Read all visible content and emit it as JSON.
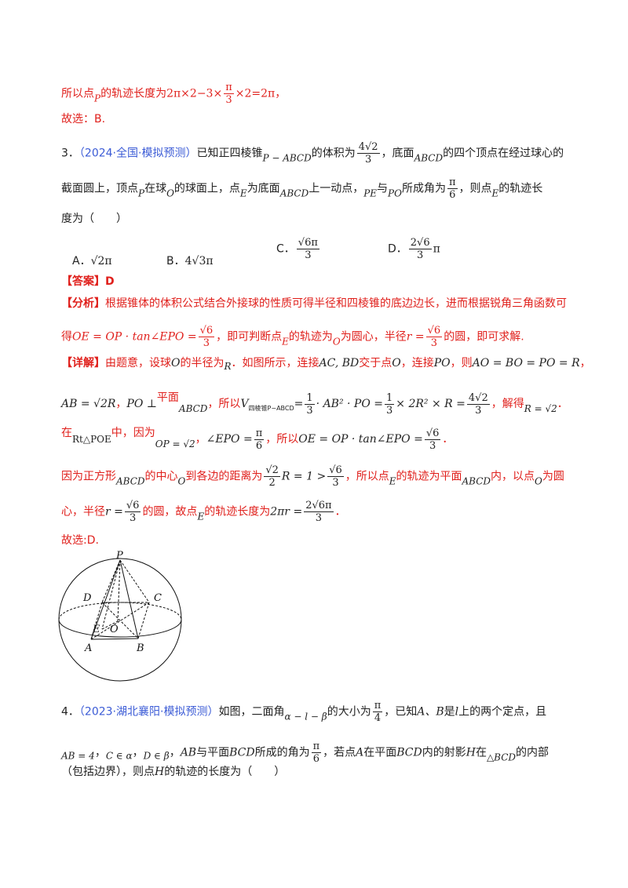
{
  "prev": {
    "line1_text": "所以点",
    "line1_var": "P",
    "line1_mid": "的轨迹长度为",
    "line1_math_a": "2π×2−3×",
    "line1_frac_num": "π",
    "line1_frac_den": "3",
    "line1_math_b": "×2=2π",
    "line1_end": "，",
    "answer": "故选：B."
  },
  "q3": {
    "number": "3．",
    "source": "（2024·全国·模拟预测）",
    "t1": "已知正四棱锥",
    "pyr": "P − ABCD",
    "t2": "的体积为",
    "vol_num": "4√2",
    "vol_den": "3",
    "t3": "，底面",
    "base": "ABCD",
    "t4": "的四个顶点在经过球心的",
    "t5": "截面圆上，顶点",
    "P": "P",
    "t6": "在球",
    "O": "O",
    "t7": "的球面上，点",
    "E": "E",
    "t8": "为底面",
    "t9": "上一动点，",
    "PE": "PE",
    "t10": "与",
    "PO": "PO",
    "t11": "所成角为",
    "ang_num": "π",
    "ang_den": "6",
    "t12": "，则点",
    "t13": "的轨迹长",
    "t14": "度为（　　）",
    "optA_label": "A．",
    "optA": "√2π",
    "optB_label": "B．",
    "optB": "4√3π",
    "optC_label": "C．",
    "optC_num": "√6π",
    "optC_den": "3",
    "optD_label": "D．",
    "optD_num": "2√6",
    "optD_den": "3",
    "optD_suffix": "π",
    "answer_tag": "【答案】D",
    "analysis_tag": "【分析】",
    "analysis_1": "根据锥体的体积公式结合外接球的性质可得半径和四棱锥的底边边长，进而根据锐角三角函数可",
    "analysis_2a": "得",
    "analysis_2_math": "OE = OP · tan∠EPO =",
    "frac_sqrt6_num": "√6",
    "frac_sqrt6_den": "3",
    "analysis_2b": "，即可判断点",
    "analysis_2c": "的轨迹为",
    "analysis_2d": "为圆心，半径",
    "r_eq": "r =",
    "analysis_2e": "的圆，即可求解.",
    "detail_tag": "【详解】",
    "d1a": "由题意，设球",
    "d1b": "的半径为",
    "R": "R",
    "d1c": "．如图所示，连接",
    "ACBD": "AC, BD",
    "d1d": "交于点",
    "d1e": "，连接",
    "d1f": "，则",
    "AO_eq": "AO = BO = PO = R",
    "d1g": "，",
    "AB_eq": "AB = √2R",
    "comma_cn": "，",
    "perp": "PO ⊥",
    "plane": "平面",
    "d2a": "，所以",
    "V": "V",
    "V_sub": "四棱锥P−ABCD",
    "V_eq": "=",
    "one": "1",
    "three": "3",
    "d2b": "· AB² · PO =",
    "d2c": "× 2R² × R =",
    "d2d": "，解得",
    "R_eq": "R = √2",
    "period": "．",
    "d3a": "在",
    "tri": "Rt△POE",
    "d3b": "中，因为",
    "OP_eq": "OP = √2",
    "d3c": "，",
    "angle": "∠EPO =",
    "d3d": "，所以",
    "OE_eq": "OE = OP · tan∠EPO =",
    "d4a": "因为正方形",
    "d4b": "的中心",
    "d4c": "到各边的距离为",
    "s2_num": "√2",
    "s2_den": "2",
    "d4d": "R = 1 >",
    "d4e": "，所以点",
    "d4f": "的轨迹为平面",
    "d4g": "内，以点",
    "d4h": "为圆",
    "d5a": "心，半径",
    "d5b": "的圆，故点",
    "d5c": "的轨迹长度为",
    "d5_math": "2πr =",
    "res_num": "2√6π",
    "res_den": "3",
    "final": "故选:D."
  },
  "figure": {
    "labels": [
      "P",
      "D",
      "C",
      "E",
      "O",
      "A",
      "B"
    ]
  },
  "q4": {
    "number": "4．",
    "source": "（2023·湖北襄阳·模拟预测）",
    "t1": "如图，二面角",
    "dihedral": "α − l − β",
    "t2": "的大小为",
    "ang_num": "π",
    "ang_den": "4",
    "t3": "，已知",
    "AB_pts": "A、B",
    "t4": "是",
    "l": "l",
    "t5": "上的两个定点，且",
    "AB4": "AB = 4",
    "sep": "，",
    "C_in": "C ∈ α",
    "D_in": "D ∈ β",
    "t6": "，",
    "AB": "AB",
    "t7": "与平面",
    "BCD": "BCD",
    "t8": "所成的角为",
    "ang2_num": "π",
    "ang2_den": "6",
    "t9": "，若点",
    "A": "A",
    "t10": "在平面",
    "t11": "内的射影",
    "H": "H",
    "t12": "在",
    "triBCD": "△BCD",
    "t13": "的内部",
    "t14": "（包括边界），则点",
    "t15": "的轨迹的长度为（　　）"
  }
}
